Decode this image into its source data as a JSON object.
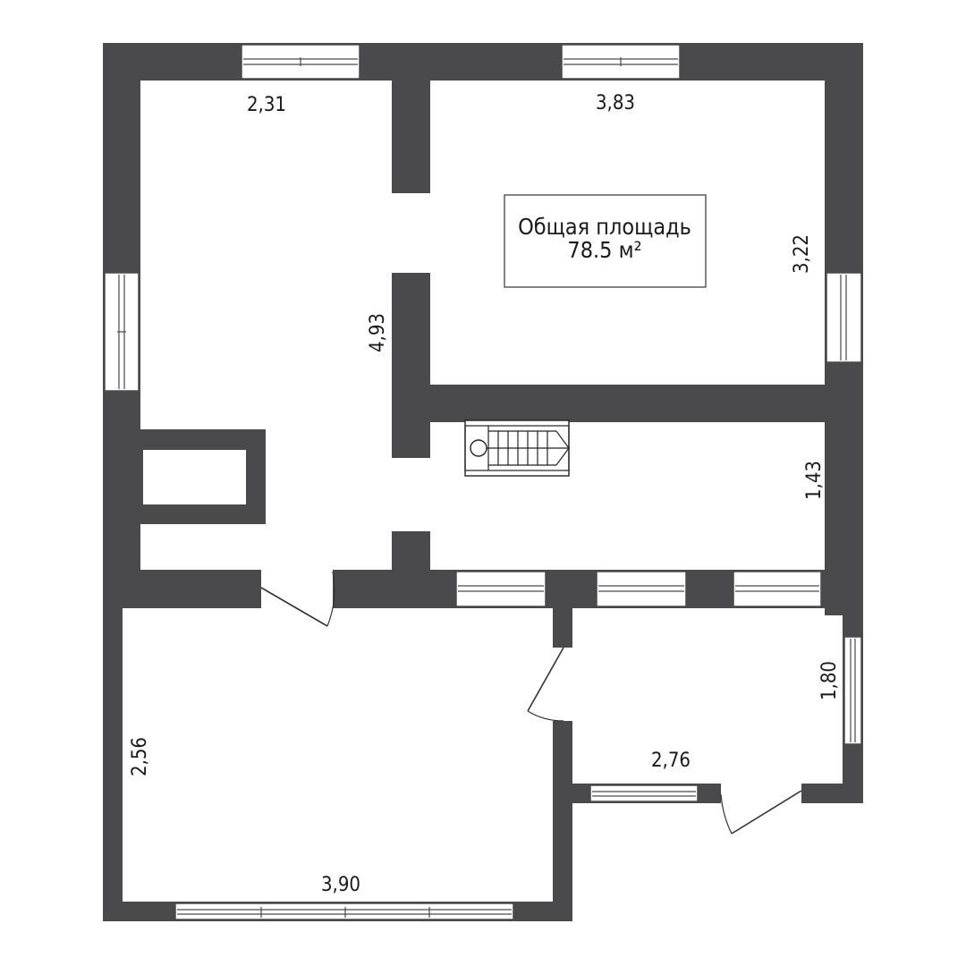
{
  "area_label": {
    "line1": "Общая площадь",
    "line2": "78.5 м²"
  },
  "dimensions": {
    "room_top_left_width": "2,31",
    "room_top_right_width": "3,83",
    "room_top_right_height": "3,22",
    "hall_height": "4,93",
    "corridor_height": "1,43",
    "side_room_height": "1,80",
    "side_room_width": "2,76",
    "room_bottom_left_height": "2,56",
    "room_bottom_left_width": "3,90"
  }
}
